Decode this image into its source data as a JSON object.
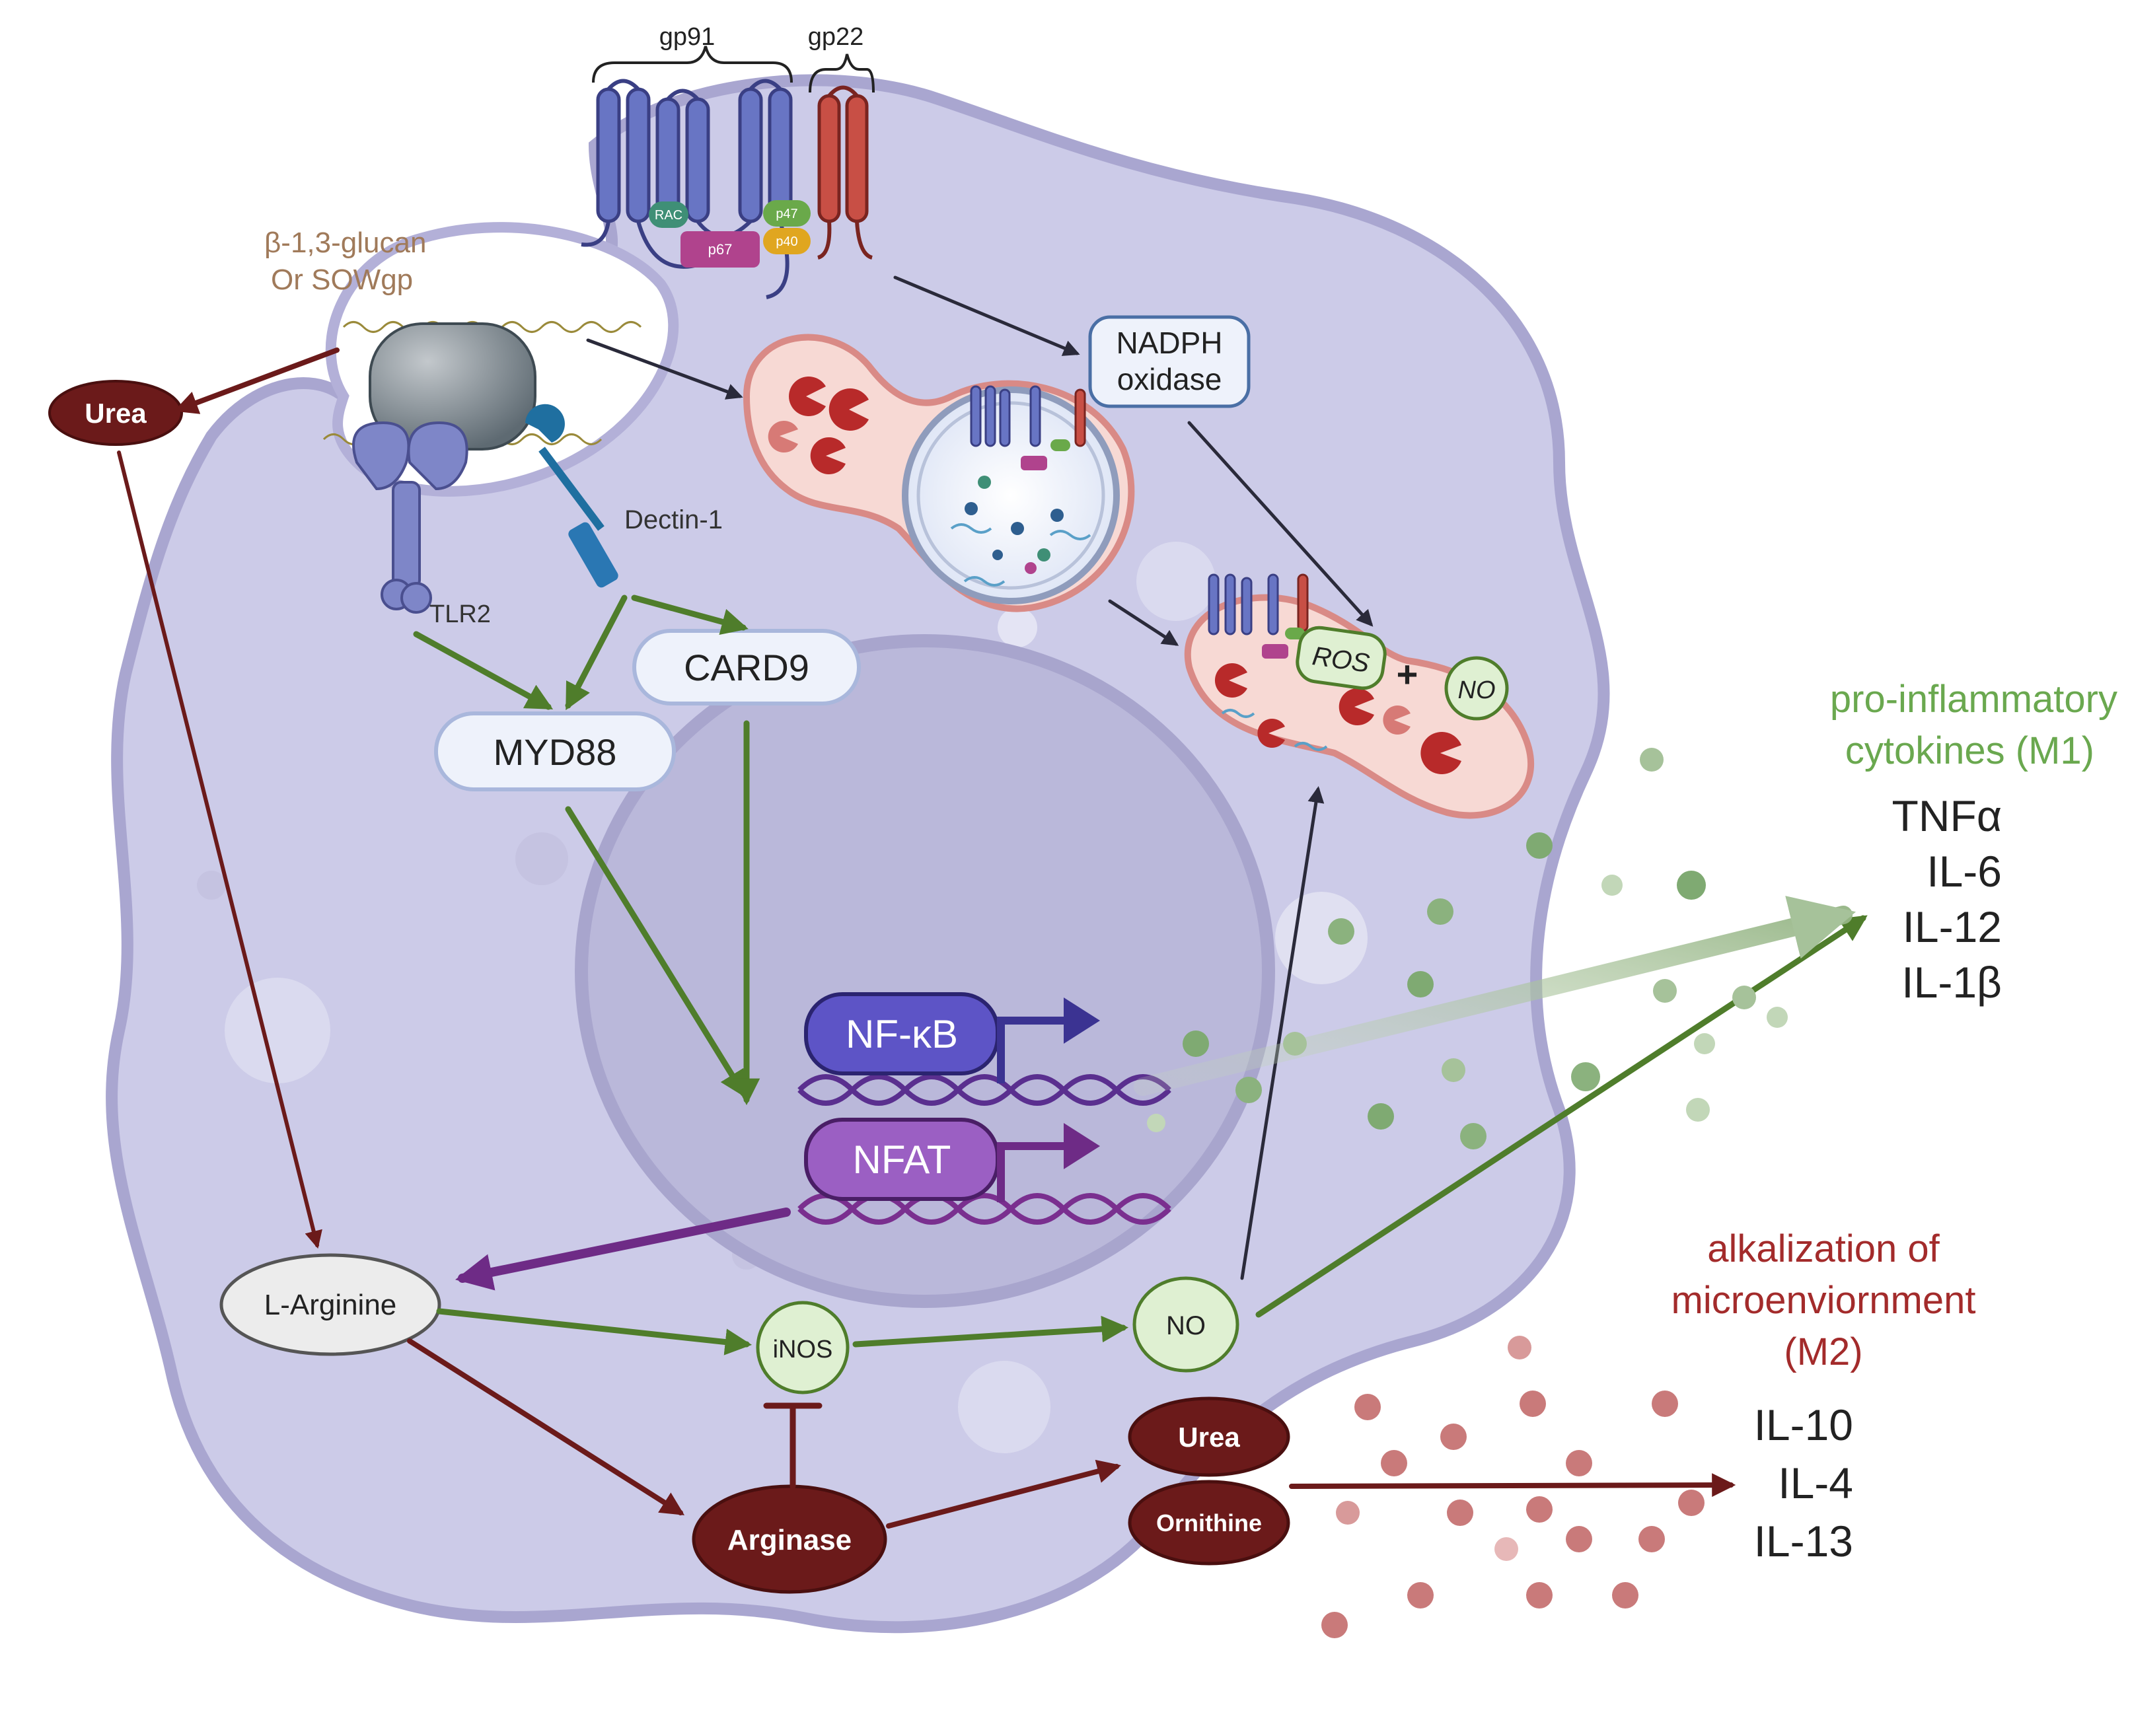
{
  "gp91": {
    "label": "gp91"
  },
  "gp22": {
    "label": "gp22"
  },
  "subunits": {
    "rac": "RAC",
    "p47": "p47",
    "p67": "p67",
    "p40": "p40"
  },
  "ligand": {
    "line1": "β-1,3-glucan",
    "line2": "Or SOWgp"
  },
  "receptors": {
    "tlr2": "TLR2",
    "dectin1": "Dectin-1"
  },
  "adaptors": {
    "myd88": "MYD88",
    "card9": "CARD9"
  },
  "nadph": {
    "line1": "NADPH",
    "line2": "oxidase"
  },
  "phagolysosome": {
    "ros": "ROS",
    "plus": "+",
    "no": "NO"
  },
  "transcription": {
    "nfkb": "NF-κB",
    "nfat": "NFAT"
  },
  "metabolism": {
    "urea_outside": "Urea",
    "larginine": "L-Arginine",
    "inos": "iNOS",
    "no": "NO",
    "arginase": "Arginase",
    "urea": "Urea",
    "ornithine": "Ornithine"
  },
  "m1": {
    "title_line1": "pro-inflammatory",
    "title_line2": "cytokines (M1)",
    "cytokines": [
      "TNFα",
      "IL-6",
      "IL-12",
      "IL-1β"
    ]
  },
  "m2": {
    "title_line1": "alkalization of",
    "title_line2": "microenviornment",
    "title_line3": "(M2)",
    "cytokines": [
      "IL-10",
      "IL-4",
      "IL-13"
    ]
  },
  "colors": {
    "cell_fill": "#cccbe8",
    "cell_outline": "#a9a6d0",
    "green": "#4f7d2b",
    "dark_red": "#6b1a1a",
    "purple": "#6e2b86",
    "navy": "#3b3392",
    "m1_title": "#6aa84f",
    "m2_title": "#a32b2b"
  }
}
